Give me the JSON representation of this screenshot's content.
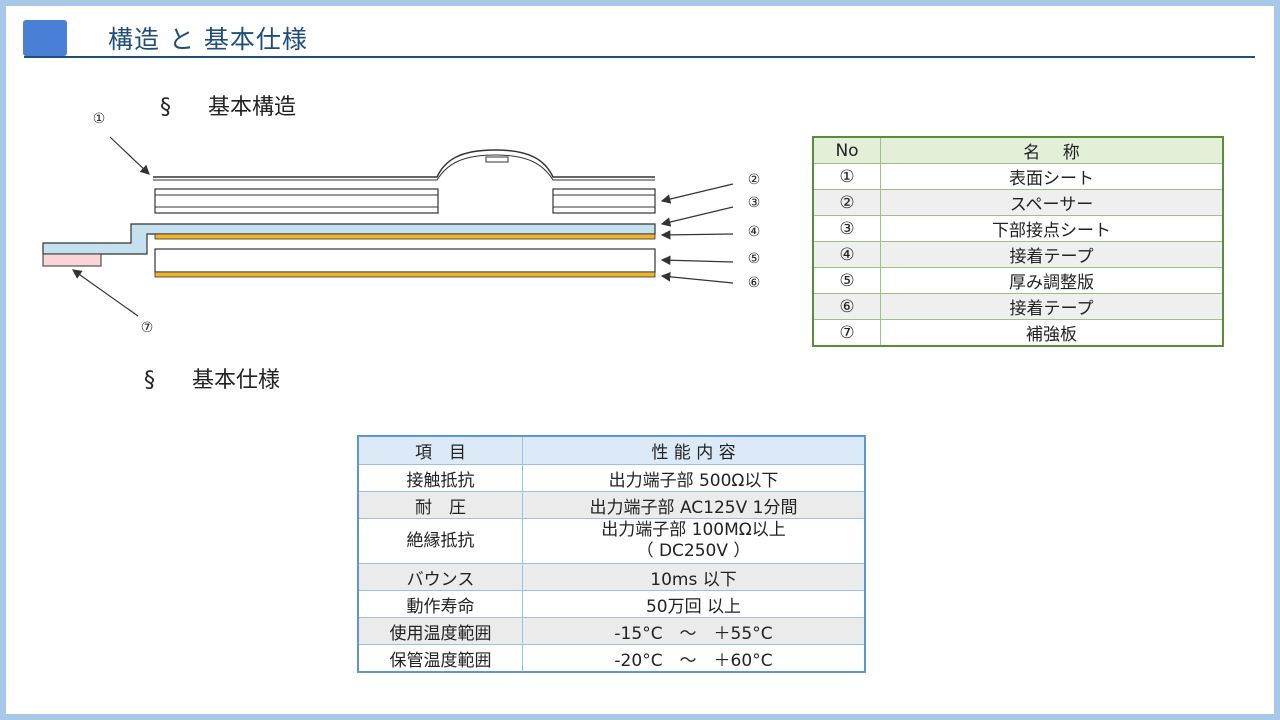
{
  "title": "構造 と 基本仕様",
  "section1": {
    "mark": "§",
    "label": "基本構造"
  },
  "section2": {
    "mark": "§",
    "label": "基本仕様"
  },
  "diagram_labels": [
    "①",
    "②",
    "③",
    "④",
    "⑤",
    "⑥",
    "⑦"
  ],
  "parts_table": {
    "headers": [
      "No",
      "名　 称"
    ],
    "rows": [
      {
        "no": "①",
        "name": "表面シート"
      },
      {
        "no": "②",
        "name": "スペーサー"
      },
      {
        "no": "③",
        "name": "下部接点シート"
      },
      {
        "no": "④",
        "name": "接着テープ"
      },
      {
        "no": "⑤",
        "name": "厚み調整版"
      },
      {
        "no": "⑥",
        "name": "接着テープ"
      },
      {
        "no": "⑦",
        "name": "補強板"
      }
    ]
  },
  "spec_table": {
    "headers": [
      "項　目",
      "性 能 内 容"
    ],
    "rows": [
      {
        "item": "接触抵抗",
        "value": "出力端子部 500Ω以下",
        "value2": ""
      },
      {
        "item": "耐　圧",
        "value": "出力端子部 AC125V 1分間",
        "value2": ""
      },
      {
        "item": "絶縁抵抗",
        "value": "出力端子部 100MΩ以上",
        "value2": "（ DC250V ）"
      },
      {
        "item": "バウンス",
        "value": "10ms 以下",
        "value2": ""
      },
      {
        "item": "動作寿命",
        "value": "50万回 以上",
        "value2": ""
      },
      {
        "item": "使用温度範囲",
        "value": "-15°C　～　＋55°C",
        "value2": ""
      },
      {
        "item": "保管温度範囲",
        "value": "-20°C　～　＋60°C",
        "value2": ""
      }
    ]
  },
  "colors": {
    "accent": "#4a7fd6",
    "title": "#1f4e79",
    "frame": "#a9c7e8",
    "sheet3": "#c5e0ee",
    "tape": "#f0b429",
    "reinforce": "#f9d5d8"
  }
}
